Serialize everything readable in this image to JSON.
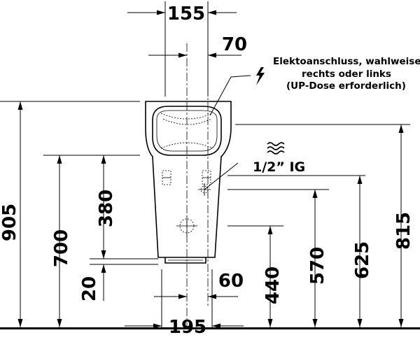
{
  "note": {
    "line1": "Elektoanschluss, wahlweise",
    "line2": "rechts oder links",
    "line3": "(UP-Dose erforderlich)"
  },
  "connection": {
    "label": "1/2” IG"
  },
  "dimensions": {
    "top_width": "155",
    "offset": "70",
    "total_height": "905",
    "height_700": "700",
    "height_380": "380",
    "height_20": "20",
    "height_440": "440",
    "height_570": "570",
    "height_625": "625",
    "height_815": "815",
    "bottom_offset": "60",
    "bottom_width": "195"
  },
  "icons": {
    "electric": "lightning-bolt-icon",
    "water": "water-wave-icon"
  }
}
